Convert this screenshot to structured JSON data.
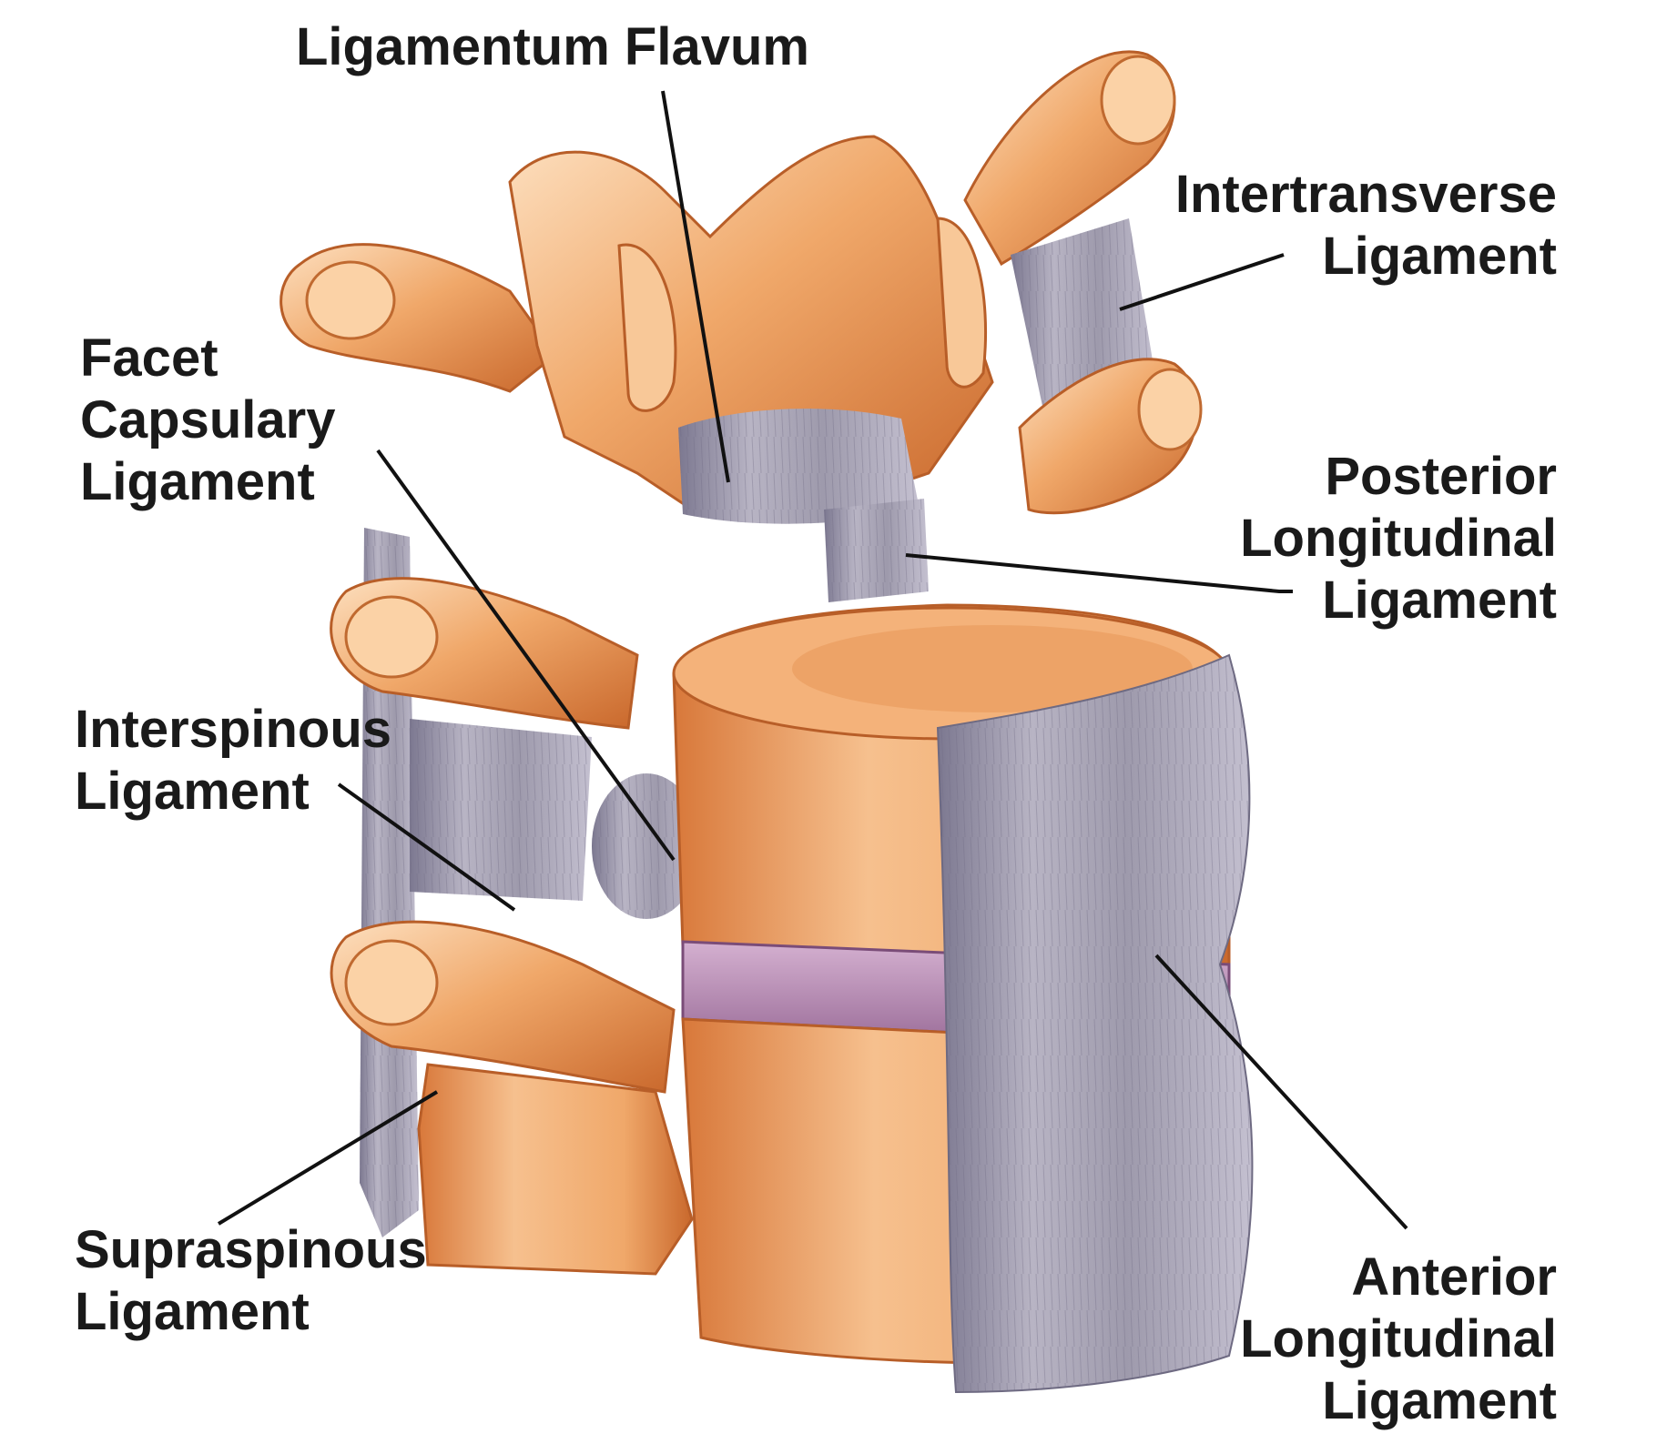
{
  "labels": {
    "ligamentum_flavum": [
      "Ligamentum Flavum"
    ],
    "intertransverse": [
      "Intertransverse",
      "Ligament"
    ],
    "facet_capsular": [
      "Facet",
      "Capsulary",
      "Ligament"
    ],
    "posterior_longitudinal": [
      "Posterior",
      "Longitudinal",
      "Ligament"
    ],
    "interspinous": [
      "Interspinous",
      "Ligament"
    ],
    "supraspinous": [
      "Supraspinous",
      "Ligament"
    ],
    "anterior_longitudinal": [
      "Anterior",
      "Longitudinal",
      "Ligament"
    ]
  },
  "colors": {
    "bone": "#f0a86a",
    "bone_shadow": "#c9682c",
    "bone_highlight": "#fde0c0",
    "ligament": "#a8a4b4",
    "ligament_dark": "#7c7890",
    "disc": "#b890b8",
    "leader_line": "#111111"
  }
}
